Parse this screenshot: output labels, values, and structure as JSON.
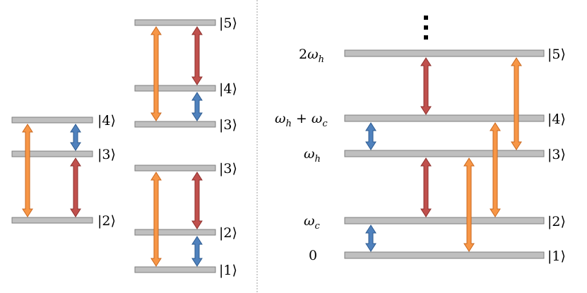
{
  "colors": {
    "level_fill": "#bfbfbf",
    "level_stroke": "#7f7f7f",
    "arrow_orange": "#f79646",
    "arrow_orange_stroke": "#c9671e",
    "arrow_red": "#c0504d",
    "arrow_red_stroke": "#8c2e2b",
    "arrow_blue": "#4f81bd",
    "arrow_blue_stroke": "#2c5a8f",
    "divider": "#bfbfbf"
  },
  "kets": {
    "k1": "|1⟩",
    "k2": "|2⟩",
    "k3": "|3⟩",
    "k4": "|4⟩",
    "k5": "|5⟩"
  },
  "energy_labels": {
    "zero": "0",
    "omega": "ω",
    "two": "2",
    "plus": " + ",
    "sub_c": "c",
    "sub_h": "h"
  },
  "ellipsis_icon": "vertical-ellipsis-icon"
}
